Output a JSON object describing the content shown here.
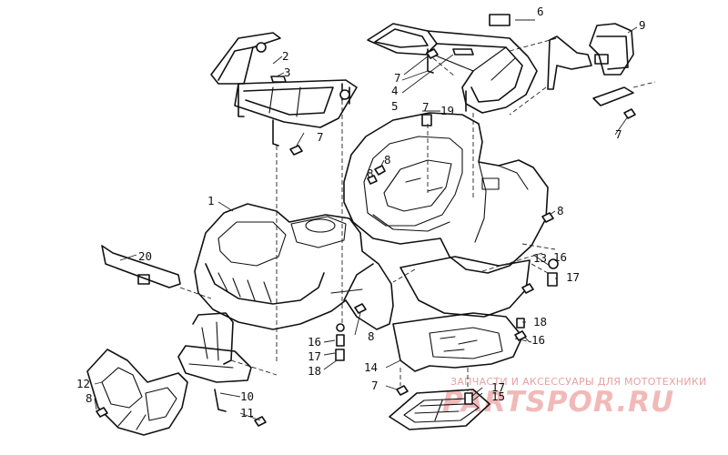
{
  "callouts": [
    "1",
    "2",
    "3",
    "4",
    "5",
    "6",
    "7",
    "8",
    "9",
    "10",
    "11",
    "12",
    "13",
    "14",
    "15",
    "16",
    "17",
    "18",
    "19",
    "20"
  ],
  "watermark": {
    "caption": "ЗАПЧАСТИ И АКСЕССУАРЫ ДЛЯ МОТОТЕХНИКИ",
    "logo": "PARTSPOR.RU"
  }
}
